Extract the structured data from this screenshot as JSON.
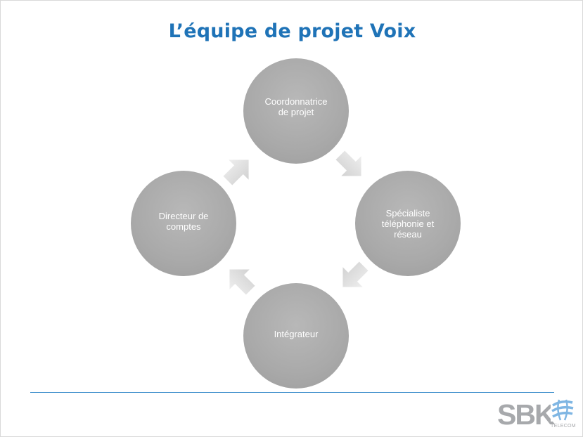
{
  "title": "L’équipe de projet Voix",
  "diagram": {
    "nodes": [
      {
        "id": "top",
        "label": "Coordonnatrice de projet"
      },
      {
        "id": "right",
        "label": "Spécialiste téléphonie et réseau"
      },
      {
        "id": "bottom",
        "label": "Intégrateur"
      },
      {
        "id": "left",
        "label": "Directeur de comptes"
      }
    ],
    "flow": "clockwise",
    "node_color": "#a9a9a9",
    "arrow_color": "#d9d9d9"
  },
  "logo": {
    "word": "SBK",
    "sub": "TELECOM",
    "mark_color": "#7fb6e3"
  },
  "colors": {
    "title": "#1f73b7",
    "rule": "#2f86c8"
  }
}
